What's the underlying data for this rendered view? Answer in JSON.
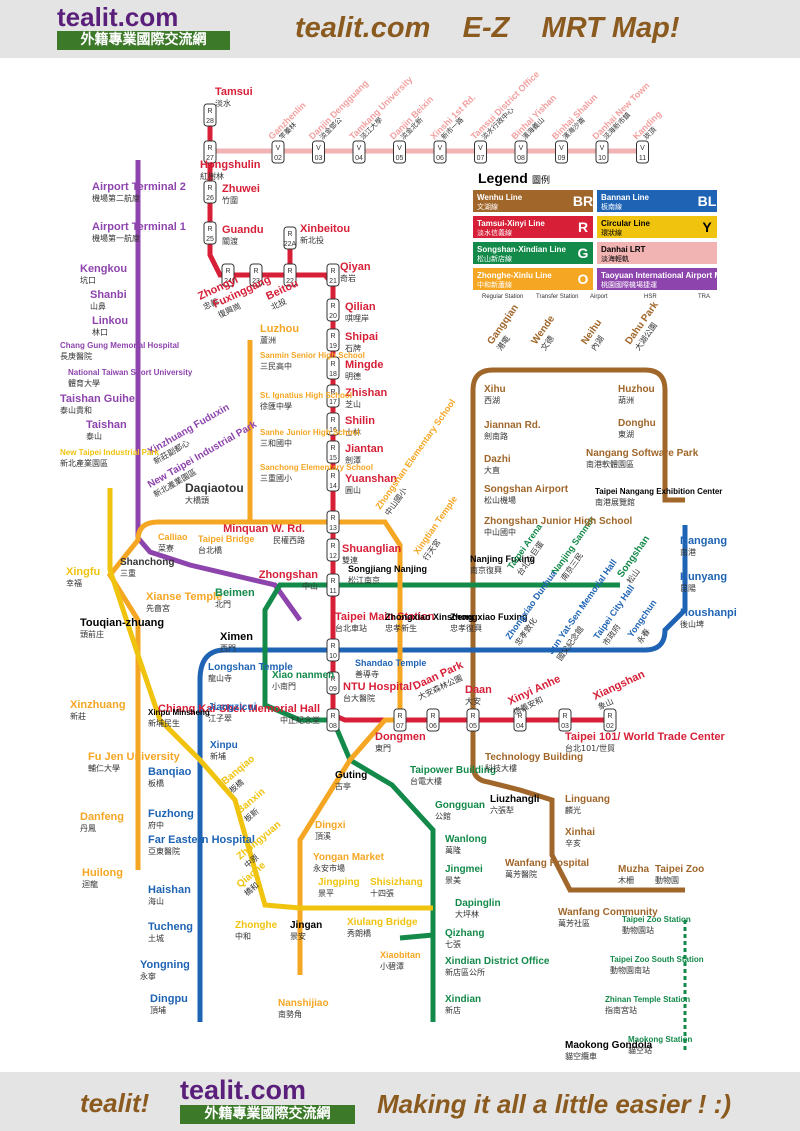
{
  "header": {
    "logo": "tealit.com",
    "logo_zh": "外籍專業國際交流網",
    "headline": "tealit.com    E-Z    MRT Map!"
  },
  "footer": {
    "left": "tealit!",
    "logo": "tealit.com",
    "logo_zh": "外籍專業國際交流網",
    "right": "Making it all a little easier ! :)"
  },
  "legend": {
    "title": "Legend",
    "title_zh": "圖例",
    "lines": [
      {
        "name": "Wenhu Line",
        "zh": "文湖線",
        "code": "BR",
        "color": "#a0662a"
      },
      {
        "name": "Bannan Line",
        "zh": "板南線",
        "code": "BL",
        "color": "#1f64b4"
      },
      {
        "name": "Tamsui-Xinyi Line",
        "zh": "淡水信義線",
        "code": "R",
        "color": "#d71f37"
      },
      {
        "name": "Circular Line",
        "zh": "環狀線",
        "code": "Y",
        "color": "#f0c30f"
      },
      {
        "name": "Songshan-Xindian Line",
        "zh": "松山新店線",
        "code": "G",
        "color": "#138a4a"
      },
      {
        "name": "Danhai LRT",
        "zh": "淡海輕軌",
        "code": "",
        "color": "#f2b3b3"
      },
      {
        "name": "Zhonghe-Xinlu Line",
        "zh": "中和新蘆線",
        "code": "O",
        "color": "#f5a623"
      },
      {
        "name": "Taoyuan International Airport MRT",
        "zh": "桃園國際機場捷運",
        "code": "",
        "color": "#8e44ad"
      }
    ],
    "symbols": [
      "Regular Station",
      "Transfer Station",
      "Airport",
      "HSR",
      "TRA"
    ]
  },
  "colors": {
    "BR": "#a0662a",
    "BL": "#1f64b4",
    "R": "#d71f37",
    "Y": "#f0c30f",
    "G": "#138a4a",
    "O": "#f5a623",
    "V": "#f2b3b3",
    "A": "#8e44ad"
  },
  "stations": [
    {
      "id": "tamsui",
      "en": "Tamsui",
      "zh": "淡水",
      "line": "R",
      "code": "28"
    },
    {
      "id": "hongshulin",
      "en": "Hongshulin",
      "zh": "紅樹林",
      "line": "R",
      "code": "27"
    },
    {
      "id": "zhuwei",
      "en": "Zhuwei",
      "zh": "竹圍",
      "line": "R",
      "code": "26"
    },
    {
      "id": "guandu",
      "en": "Guandu",
      "zh": "關渡",
      "line": "R",
      "code": "25"
    },
    {
      "id": "zhongyi",
      "en": "Zhongyi",
      "zh": "忠義",
      "line": "R",
      "code": "24"
    },
    {
      "id": "fuxinggang",
      "en": "Fuxinggang",
      "zh": "復興崗",
      "line": "R",
      "code": "23"
    },
    {
      "id": "beitou",
      "en": "Beitou",
      "zh": "北投",
      "line": "R",
      "code": "22"
    },
    {
      "id": "xinbeitou",
      "en": "Xinbeitou",
      "zh": "新北投",
      "line": "R",
      "code": "22A"
    },
    {
      "id": "qiyan",
      "en": "Qiyan",
      "zh": "奇岩",
      "line": "R",
      "code": "21"
    },
    {
      "id": "qilian",
      "en": "Qilian",
      "zh": "唭哩岸",
      "line": "R",
      "code": "20"
    },
    {
      "id": "shipai",
      "en": "Shipai",
      "zh": "石牌",
      "line": "R",
      "code": "19"
    },
    {
      "id": "mingde",
      "en": "Mingde",
      "zh": "明德",
      "line": "R",
      "code": "18"
    },
    {
      "id": "zhishan",
      "en": "Zhishan",
      "zh": "芝山",
      "line": "R",
      "code": "17"
    },
    {
      "id": "shilin",
      "en": "Shilin",
      "zh": "士林",
      "line": "R",
      "code": "16"
    },
    {
      "id": "jiantan",
      "en": "Jiantan",
      "zh": "劍潭",
      "line": "R",
      "code": "15"
    },
    {
      "id": "yuanshan",
      "en": "Yuanshan",
      "zh": "圓山",
      "line": "R",
      "code": "14"
    },
    {
      "id": "minquan",
      "en": "Minquan W. Rd.",
      "zh": "民權西路",
      "line": "R",
      "code": "13"
    },
    {
      "id": "shuanglian",
      "en": "Shuanglian",
      "zh": "雙連",
      "line": "R",
      "code": "12"
    },
    {
      "id": "zhongshan",
      "en": "Zhongshan",
      "zh": "中山",
      "line": "R",
      "code": "11"
    },
    {
      "id": "taipeimain",
      "en": "Taipei Main Station",
      "zh": "台北車站",
      "line": "R",
      "code": "10"
    },
    {
      "id": "ntuh",
      "en": "NTU Hospital",
      "zh": "台大醫院",
      "line": "R",
      "code": "09"
    },
    {
      "id": "ckshall",
      "en": "Chiang Kai-Shek Memorial Hall",
      "zh": "中正紀念堂",
      "line": "R",
      "code": "08"
    },
    {
      "id": "dongmen",
      "en": "Dongmen",
      "zh": "東門",
      "line": "R",
      "code": "07"
    },
    {
      "id": "daanpark",
      "en": "Daan Park",
      "zh": "大安森林公園",
      "line": "R",
      "code": "06"
    },
    {
      "id": "daan",
      "en": "Daan",
      "zh": "大安",
      "line": "R",
      "code": "05"
    },
    {
      "id": "xinyianhe",
      "en": "Xinyi Anhe",
      "zh": "信義安和",
      "line": "R",
      "code": "04"
    },
    {
      "id": "taipei101",
      "en": "Taipei 101/ World Trade Center",
      "zh": "台北101/世貿",
      "line": "R",
      "code": "03"
    },
    {
      "id": "xiangshan",
      "en": "Xiangshan",
      "zh": "象山",
      "line": "R",
      "code": "02"
    }
  ],
  "labels": {
    "airport_t2": "Airport Terminal 2",
    "airport_t2_zh": "機場第二航廈",
    "airport_t1": "Airport Terminal 1",
    "airport_t1_zh": "機場第一航廈",
    "kengkou": "Kengkou",
    "kengkou_zh": "坑口",
    "shanbi": "Shanbi",
    "shanbi_zh": "山鼻",
    "linkou": "Linkou",
    "linkou_zh": "林口",
    "changgung": "Chang Gung Memorial Hospital",
    "changgung_zh": "長庚醫院",
    "ntsu": "National Taiwan Sport University",
    "ntsu_zh": "體育大學",
    "guihe": "Taishan Guihe",
    "guihe_zh": "泰山貴和",
    "taishan": "Taishan",
    "taishan_zh": "泰山",
    "fuduxin": "Xinzhuang Fuduxin",
    "fuduxin_zh": "新莊副都心",
    "xtip": "New Taipei Industrial Park",
    "xtip_zh": "新北產業園區",
    "xtip2": "New Taipei Industrial Park",
    "xtip2_zh": "新北產業園區",
    "daqiaotou": "Daqiaotou",
    "daqiaotou_zh": "大橋頭",
    "calliao": "Calliao",
    "calliao_zh": "菜寮",
    "taipeibridge": "Taipei Bridge",
    "taipeibridge_zh": "台北橋",
    "sanchong": "Shanchong",
    "sanchong_zh": "三重",
    "xingfu": "Xingfu",
    "xingfu_zh": "幸福",
    "xiansetemple": "Xianse Temple",
    "xiansetemple_zh": "先嗇宮",
    "touqian": "Touqian-zhuang",
    "touqian_zh": "頭前庄",
    "xinzhuang": "Xinzhuang",
    "xinzhuang_zh": "新莊",
    "fujen": "Fu Jen University",
    "fujen_zh": "輔仁大學",
    "danfeng": "Danfeng",
    "danfeng_zh": "丹鳳",
    "huilong": "Huilong",
    "huilong_zh": "迴龍",
    "luzhou": "Luzhou",
    "luzhou_zh": "蘆洲",
    "sanmin": "Sanmin Senior High School",
    "sanmin_zh": "三民高中",
    "stignatius": "St. Ignatius High School",
    "stignatius_zh": "徐匯中學",
    "sanhe": "Sanhe Junior High School",
    "sanhe_zh": "三和國中",
    "sanchongelem": "Sanchong Elementary School",
    "sanchongelem_zh": "三重國小",
    "zhongshanelem": "Zhongshan Elementary School",
    "zhongshanelem_zh": "中山國小",
    "xingtian": "Xingtian Temple",
    "xingtian_zh": "行天宮",
    "songjiang": "Songjiang Nanjing",
    "songjiang_zh": "松江南京",
    "nanjingfuxing": "Nanjing Fuxing",
    "nanjingfuxing_zh": "南京復興",
    "taipeiarena": "Taipei Arena",
    "taipeiarena_zh": "台北小巨蛋",
    "nanjingsanmin": "Nanjing Sanmin",
    "nanjingsanmin_zh": "南京三民",
    "songshan": "Songshan",
    "songshan_zh": "松山",
    "beimen": "Beimen",
    "beimen_zh": "北門",
    "ximen": "Ximen",
    "ximen_zh": "西門",
    "zhongxiaoxinsheng": "Zhongxiao Xinsheng",
    "zhongxiaoxinsheng_zh": "忠孝新生",
    "zhongxiaofuxing": "Zhongxiao Fuxing",
    "zhongxiaofuxing_zh": "忠孝復興",
    "zhongxiaodunhua": "Zhongxiao Dunhua",
    "zhongxiaodunhua_zh": "忠孝敦化",
    "sunyatsen": "Sun Yat-Sen Memorial Hall",
    "sunyatsen_zh": "國父紀念館",
    "taipeicityhall": "Taipei City Hall",
    "taipeicityhall_zh": "市政府",
    "yongchun": "Yongchun",
    "yongchun_zh": "永春",
    "houshanpi": "Houshanpi",
    "houshanpi_zh": "後山埤",
    "kunyang": "Kunyang",
    "kunyang_zh": "昆陽",
    "nangang": "Nangang",
    "nangang_zh": "南港",
    "nangangexh": "Taipei Nangang Exhibition Center",
    "nangangexh_zh": "南港展覽館",
    "xiaonanmen": "Xiao nanmen",
    "xiaonanmen_zh": "小南門",
    "shandao": "Shandao Temple",
    "shandao_zh": "善導寺",
    "longshan": "Longshan Temple",
    "longshan_zh": "龍山寺",
    "jiangzicui": "Jiangzicui",
    "jiangzicui_zh": "江子翠",
    "xinpu": "Xinpu",
    "xinpu_zh": "新埔",
    "xinpuminsheng": "Xinpu Minsheng",
    "xinpuminsheng_zh": "新埔民生",
    "banqiao": "Banqiao",
    "banqiao_zh": "板橋",
    "banqiaoY": "Banqiao",
    "banqiaoY_zh": "板橋",
    "fuzhong": "Fuzhong",
    "fuzhong_zh": "府中",
    "fareastern": "Far Eastern Hospital",
    "fareastern_zh": "亞東醫院",
    "haishan": "Haishan",
    "haishan_zh": "海山",
    "tucheng": "Tucheng",
    "tucheng_zh": "土城",
    "yongning": "Yongning",
    "yongning_zh": "永寧",
    "dingpu": "Dingpu",
    "dingpu_zh": "頂埔",
    "banxin": "Banxin",
    "banxin_zh": "板新",
    "zhongyuan": "Zhongyuan",
    "zhongyuan_zh": "中原",
    "qiaohe": "Qiaohe",
    "qiaohe_zh": "橋和",
    "zhonghe": "Zhonghe",
    "zhonghe_zh": "中和",
    "jingan": "Jingan",
    "jingan_zh": "景安",
    "nanshijiao": "Nanshijiao",
    "nanshijiao_zh": "南勢角",
    "dingxi": "Dingxi",
    "dingxi_zh": "頂溪",
    "yongan": "Yongan Market",
    "yongan_zh": "永安市場",
    "guting": "Guting",
    "guting_zh": "古亭",
    "jingping": "Jingping",
    "jingping_zh": "景平",
    "xiulang": "Xiulang Bridge",
    "xiulang_zh": "秀朗橋",
    "shisizhang": "Shisizhang",
    "shisizhang_zh": "十四張",
    "dapinglin": "Dapinglin",
    "dapinglin_zh": "大坪林",
    "taipower": "Taipower Building",
    "taipower_zh": "台電大樓",
    "gongguan": "Gongguan",
    "gongguan_zh": "公館",
    "wanlong": "Wanlong",
    "wanlong_zh": "萬隆",
    "jingmei": "Jingmei",
    "jingmei_zh": "景美",
    "qizhang": "Qizhang",
    "qizhang_zh": "七張",
    "xiaobitan": "Xiaobitan",
    "xiaobitan_zh": "小碧潭",
    "xindianoffice": "Xindian District Office",
    "xindianoffice_zh": "新店區公所",
    "xindian": "Xindian",
    "xindian_zh": "新店",
    "technology": "Technology Building",
    "technology_zh": "科技大樓",
    "liuzhangli": "Liuzhangli",
    "liuzhangli_zh": "六張犁",
    "linguang": "Linguang",
    "linguang_zh": "麟光",
    "xinhai": "Xinhai",
    "xinhai_zh": "辛亥",
    "wanfanghosp": "Wanfang Hospital",
    "wanfanghosp_zh": "萬芳醫院",
    "wanfangcomm": "Wanfang Community",
    "wanfangcomm_zh": "萬芳社區",
    "muzha": "Muzha",
    "muzha_zh": "木柵",
    "taipeizoo": "Taipei Zoo",
    "taipeizoo_zh": "動物園",
    "gondola": "Maokong Gondola",
    "gondola_zh": "貓空纜車",
    "gzoo": "Taipei Zoo Station",
    "gzoo_zh": "動物園站",
    "gzoosouth": "Taipei Zoo South Station",
    "gzoosouth_zh": "動物園南站",
    "gzhinan": "Zhinan Temple Station",
    "gzhinan_zh": "指南宮站",
    "gmaokong": "Maokong Station",
    "gmaokong_zh": "貓空站",
    "songshanairport": "Songshan Airport",
    "songshanairport_zh": "松山機場",
    "zhongshanjhs": "Zhongshan Junior High School",
    "zhongshanjhs_zh": "中山國中",
    "dazhi": "Dazhi",
    "dazhi_zh": "大直",
    "jiannan": "Jiannan Rd.",
    "jiannan_zh": "劍南路",
    "xihu": "Xihu",
    "xihu_zh": "西湖",
    "gangqian": "Gangqian",
    "gangqian_zh": "港墘",
    "wende": "Wende",
    "wende_zh": "文德",
    "neihu": "Neihu",
    "neihu_zh": "內湖",
    "dahupark": "Dahu Park",
    "dahupark_zh": "大湖公園",
    "huzhou": "Huzhou",
    "huzhou_zh": "葫洲",
    "donghu": "Donghu",
    "donghu_zh": "東湖",
    "nangangsp": "Nangang Software Park",
    "nangangsp_zh": "南港軟體園區"
  },
  "danhai": [
    {
      "en": "Ganzhenlin",
      "zh": "竿蓁林",
      "code": "02"
    },
    {
      "en": "Danjin Dengguang",
      "zh": "淡金鄧公",
      "code": "03"
    },
    {
      "en": "Tamkang University",
      "zh": "淡江大學",
      "code": "04"
    },
    {
      "en": "Danjin Beixin",
      "zh": "淡金北新",
      "code": "05"
    },
    {
      "en": "Xinshi 1st Rd.",
      "zh": "新市一路",
      "code": "06"
    },
    {
      "en": "Tamsui District Office",
      "zh": "淡水行政中心",
      "code": "07"
    },
    {
      "en": "Binhai Yishan",
      "zh": "濱海義山",
      "code": "08"
    },
    {
      "en": "Binhai Shalun",
      "zh": "濱海沙崙",
      "code": "09"
    },
    {
      "en": "Danhai New Town",
      "zh": "淡海新市鎮",
      "code": "10"
    },
    {
      "en": "Kanding",
      "zh": "崁頂",
      "code": "11"
    }
  ]
}
